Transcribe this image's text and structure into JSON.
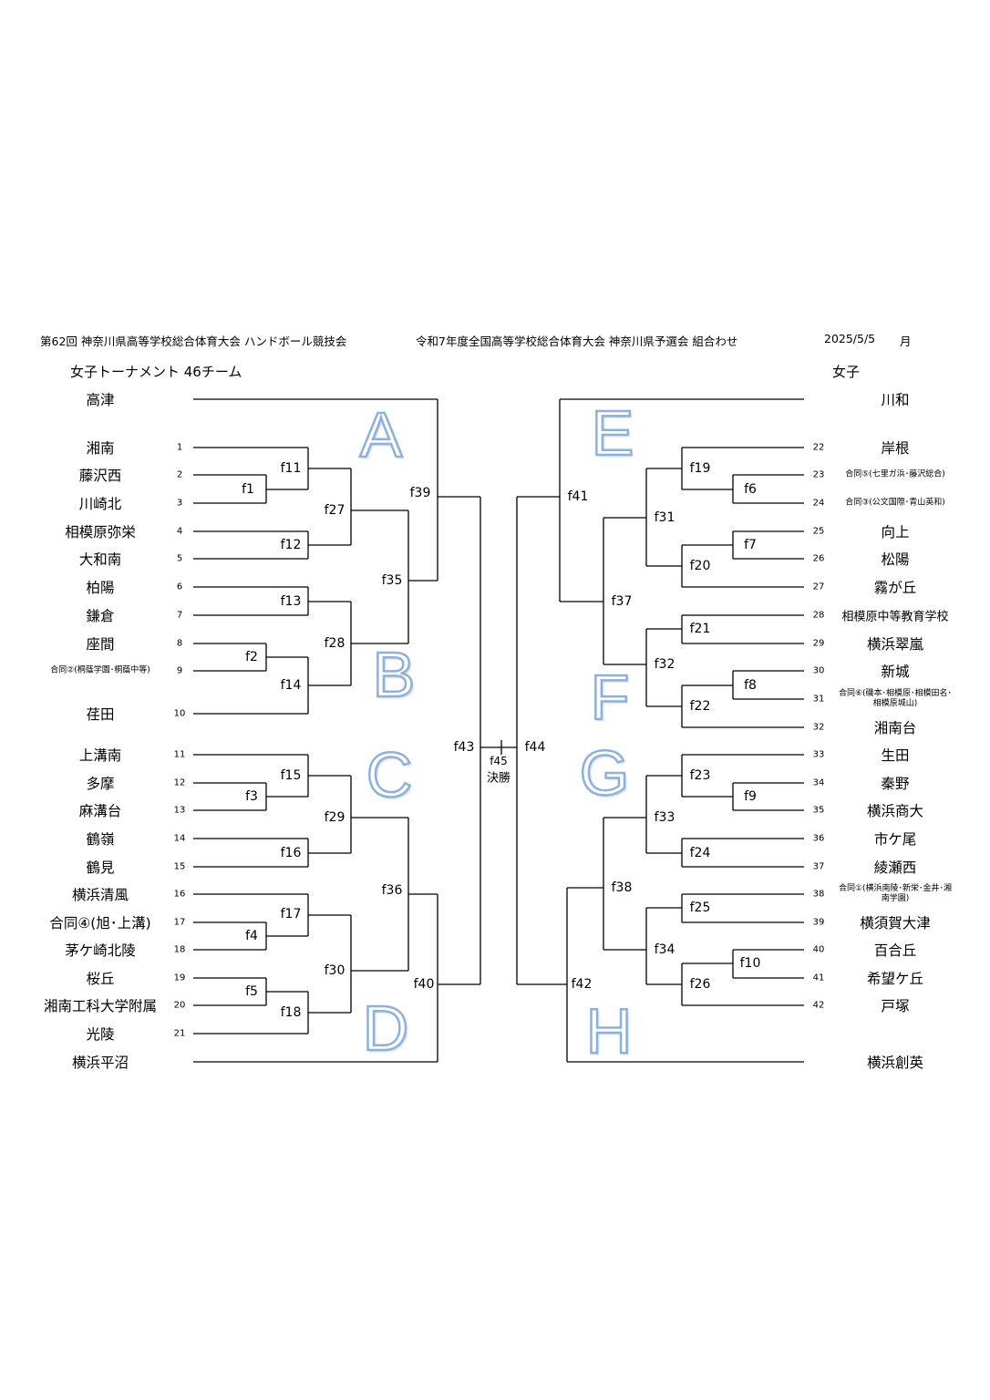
{
  "header": {
    "event1": "第62回 神奈川県高等学校総合体育大会 ハンドボール競技会",
    "event2": "令和7年度全国高等学校総合体育大会 神奈川県予選会 組合わせ",
    "date": "2025/5/5",
    "weekday": "月",
    "left_title": "女子トーナメント 46チーム",
    "right_title": "女子"
  },
  "left_teams": [
    {
      "num": "",
      "name": "高津"
    },
    {
      "num": "1",
      "name": "湘南"
    },
    {
      "num": "2",
      "name": "藤沢西"
    },
    {
      "num": "3",
      "name": "川崎北"
    },
    {
      "num": "4",
      "name": "相模原弥栄"
    },
    {
      "num": "5",
      "name": "大和南"
    },
    {
      "num": "6",
      "name": "柏陽"
    },
    {
      "num": "7",
      "name": "鎌倉"
    },
    {
      "num": "8",
      "name": "座間"
    },
    {
      "num": "9",
      "name": "合同②(桐蔭学園･桐蔭中等)",
      "small": true
    },
    {
      "num": "10",
      "name": "荏田"
    },
    {
      "num": "11",
      "name": "上溝南"
    },
    {
      "num": "12",
      "name": "多摩"
    },
    {
      "num": "13",
      "name": "麻溝台"
    },
    {
      "num": "14",
      "name": "鶴嶺"
    },
    {
      "num": "15",
      "name": "鶴見"
    },
    {
      "num": "16",
      "name": "横浜清風"
    },
    {
      "num": "17",
      "name": "合同④(旭･上溝)"
    },
    {
      "num": "18",
      "name": "茅ケ崎北陵"
    },
    {
      "num": "19",
      "name": "桜丘"
    },
    {
      "num": "20",
      "name": "湘南工科大学附属"
    },
    {
      "num": "21",
      "name": "光陵"
    },
    {
      "num": "",
      "name": "横浜平沼"
    }
  ],
  "right_teams": [
    {
      "num": "",
      "name": "川和"
    },
    {
      "num": "22",
      "name": "岸根"
    },
    {
      "num": "23",
      "name": "合同⑤(七里ガ浜･藤沢総合)",
      "small": true
    },
    {
      "num": "24",
      "name": "合同③(公文国際･青山英和)",
      "small": true
    },
    {
      "num": "25",
      "name": "向上"
    },
    {
      "num": "26",
      "name": "松陽"
    },
    {
      "num": "27",
      "name": "霧が丘"
    },
    {
      "num": "28",
      "name": "相模原中等教育学校",
      "mid": true
    },
    {
      "num": "29",
      "name": "横浜翠嵐"
    },
    {
      "num": "30",
      "name": "新城"
    },
    {
      "num": "31",
      "name": "合同⑥(磯本･相模原･相模田名･相模原城山)",
      "small": true
    },
    {
      "num": "32",
      "name": "湘南台"
    },
    {
      "num": "33",
      "name": "生田"
    },
    {
      "num": "34",
      "name": "秦野"
    },
    {
      "num": "35",
      "name": "横浜商大"
    },
    {
      "num": "36",
      "name": "市ケ尾"
    },
    {
      "num": "37",
      "name": "綾瀬西"
    },
    {
      "num": "38",
      "name": "合同①(横浜南陵･新栄･金井･湘南学園)",
      "small": true
    },
    {
      "num": "39",
      "name": "横須賀大津"
    },
    {
      "num": "40",
      "name": "百合丘"
    },
    {
      "num": "41",
      "name": "希望ケ丘"
    },
    {
      "num": "42",
      "name": "戸塚"
    },
    {
      "num": "",
      "name": "横浜創英"
    }
  ],
  "matches": {
    "f1": "f1",
    "f2": "f2",
    "f3": "f3",
    "f4": "f4",
    "f5": "f5",
    "f6": "f6",
    "f7": "f7",
    "f8": "f8",
    "f9": "f9",
    "f10": "f10",
    "f11": "f11",
    "f12": "f12",
    "f13": "f13",
    "f14": "f14",
    "f15": "f15",
    "f16": "f16",
    "f17": "f17",
    "f18": "f18",
    "f19": "f19",
    "f20": "f20",
    "f21": "f21",
    "f22": "f22",
    "f23": "f23",
    "f24": "f24",
    "f25": "f25",
    "f26": "f26",
    "f27": "f27",
    "f28": "f28",
    "f29": "f29",
    "f30": "f30",
    "f31": "f31",
    "f32": "f32",
    "f33": "f33",
    "f34": "f34",
    "f35": "f35",
    "f36": "f36",
    "f37": "f37",
    "f38": "f38",
    "f39": "f39",
    "f40": "f40",
    "f41": "f41",
    "f42": "f42",
    "f43": "f43",
    "f44": "f44",
    "f45": "f45"
  },
  "final_label": "決勝",
  "blocks": [
    "A",
    "B",
    "C",
    "D",
    "E",
    "F",
    "G",
    "H"
  ],
  "colors": {
    "line": "#000000",
    "block_outline": "#8fb0d8"
  }
}
